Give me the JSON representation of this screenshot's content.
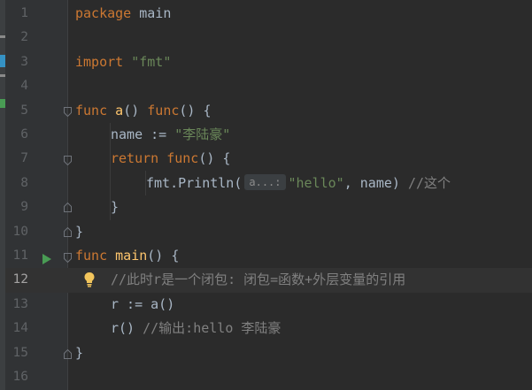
{
  "colors": {
    "background": "#2b2b2b",
    "gutter": "#313335",
    "keyword": "#cc7832",
    "string": "#6a8759",
    "function": "#ffc66d",
    "comment": "#808080",
    "text": "#a9b7c6"
  },
  "gutter": {
    "line_numbers": [
      "1",
      "2",
      "3",
      "4",
      "5",
      "6",
      "7",
      "8",
      "9",
      "10",
      "11",
      "12",
      "13",
      "14",
      "15",
      "16"
    ],
    "current_line": "12",
    "run_icon": "run-triangle-icon"
  },
  "code": {
    "l1": {
      "kw": "package",
      "name": "main"
    },
    "l3": {
      "kw": "import",
      "str": "\"fmt\""
    },
    "l5": {
      "kw1": "func",
      "fn": "a",
      "p1": "() ",
      "kw2": "func",
      "p2": "() {"
    },
    "l6": {
      "ident": "name := ",
      "str": "\"李陆豪\""
    },
    "l7": {
      "kw1": "return",
      "kw2": "func",
      "p": "() {"
    },
    "l8": {
      "call": "fmt.Println(",
      "hint": "a...:",
      "str": "\"hello\"",
      "rest": ", name) ",
      "comment": "//这个"
    },
    "l9": {
      "p": "}"
    },
    "l10": {
      "p": "}"
    },
    "l11": {
      "kw": "func",
      "fn": "main",
      "p": "() {"
    },
    "l12": {
      "comment": "//此时r是一个闭包: 闭包=函数+外层变量的引用"
    },
    "l13": {
      "p": "r := a()"
    },
    "l14": {
      "p": "r() ",
      "comment": "//输出:hello 李陆豪"
    },
    "l15": {
      "p": "}"
    }
  },
  "icons": {
    "bulb": "lightbulb-icon",
    "fold": "fold-marker-icon"
  }
}
